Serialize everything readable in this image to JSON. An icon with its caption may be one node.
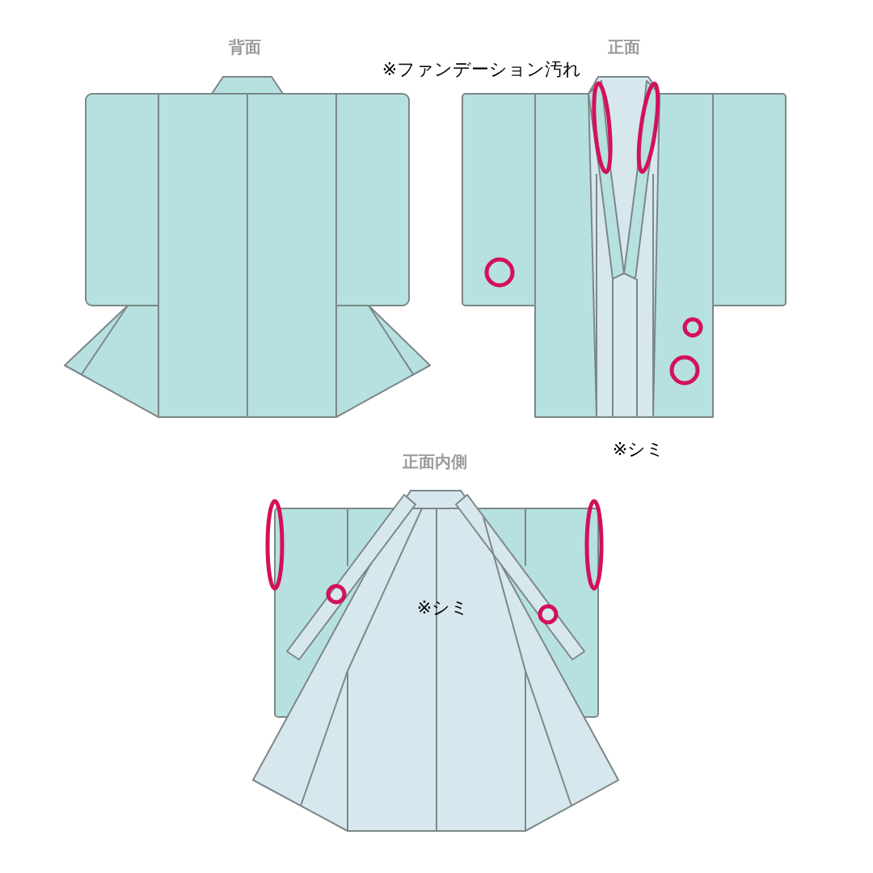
{
  "diagram": {
    "labels": [
      "背面",
      "正面",
      "※ファンデーション汚れ",
      "※シミ",
      "正面内側",
      "※シミ"
    ]
  }
}
